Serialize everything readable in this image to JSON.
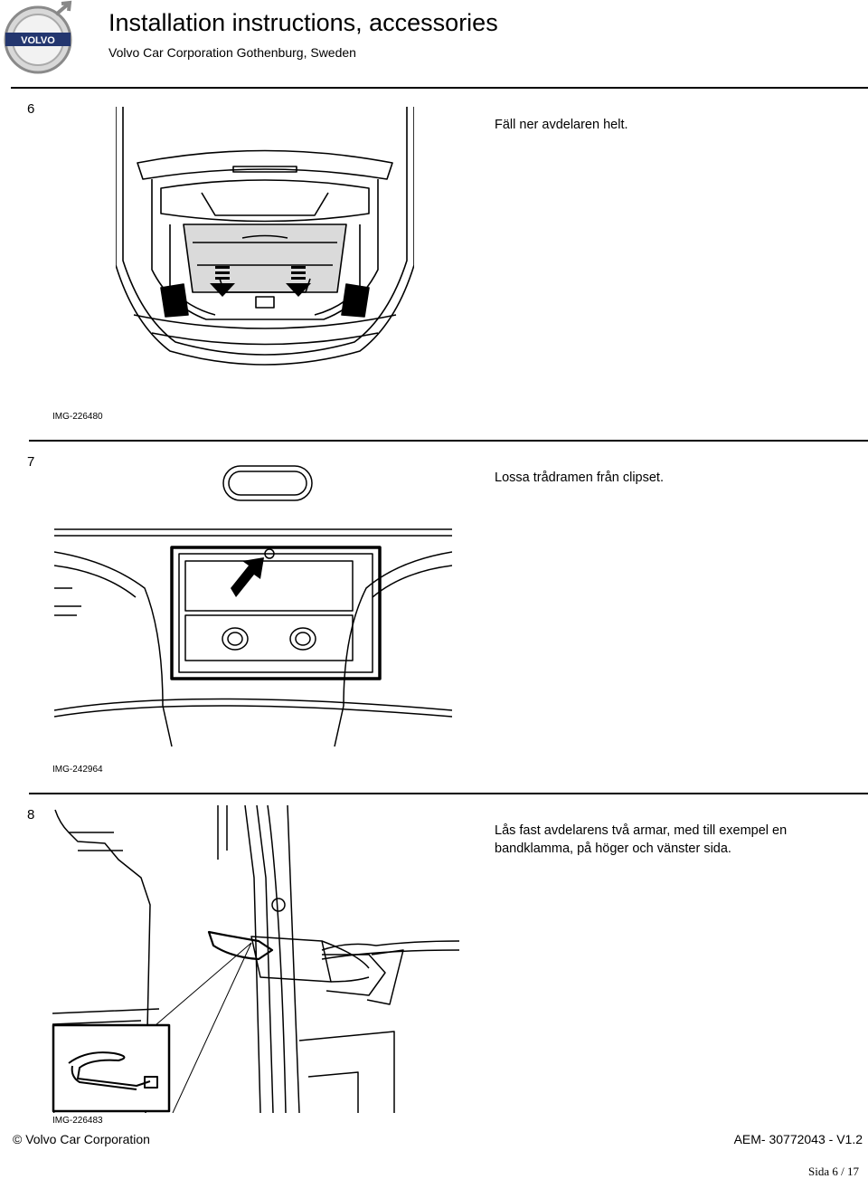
{
  "header": {
    "logo_text": "VOLVO",
    "title": "Installation instructions, accessories",
    "subtitle": "Volvo Car Corporation Gothenburg, Sweden"
  },
  "steps": [
    {
      "number": "6",
      "text": "Fäll ner avdelaren helt.",
      "image_id": "IMG-226480"
    },
    {
      "number": "7",
      "text": "Lossa trådramen från clipset.",
      "image_id": "IMG-242964"
    },
    {
      "number": "8",
      "text": "Lås fast avdelarens två armar, med till exempel en bandklamma, på höger och vänster sida.",
      "image_id": "IMG-226483"
    }
  ],
  "footer": {
    "copyright": "© Volvo Car Corporation",
    "doc_id": "AEM- 30772043 - V1.2",
    "page": "Sida 6 / 17"
  }
}
